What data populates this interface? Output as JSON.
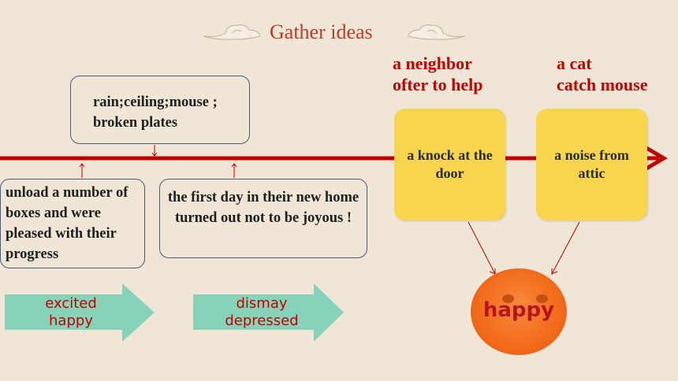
{
  "title": "Gather ideas",
  "labels": {
    "neighbor": "a neighbor\nofter to help",
    "cat": "a cat\ncatch mouse"
  },
  "boxes": {
    "rain": "rain;ceiling;mouse ;\nbroken plates",
    "unload": "unload a number of boxes and were pleased with their progress",
    "firstday": "the first day in their new home turned out not to be joyous !",
    "knock": "a knock at the door",
    "noise": "a noise from attic"
  },
  "arrows": {
    "excited": "excited\nhappy",
    "dismay": "dismay\ndepressed"
  },
  "face": {
    "label": "happy"
  },
  "colors": {
    "timeline": "#c00000",
    "yellow": "#f8d54c",
    "green": "#86d3b9",
    "orange": "#f26a1a",
    "title": "#c0392b"
  }
}
